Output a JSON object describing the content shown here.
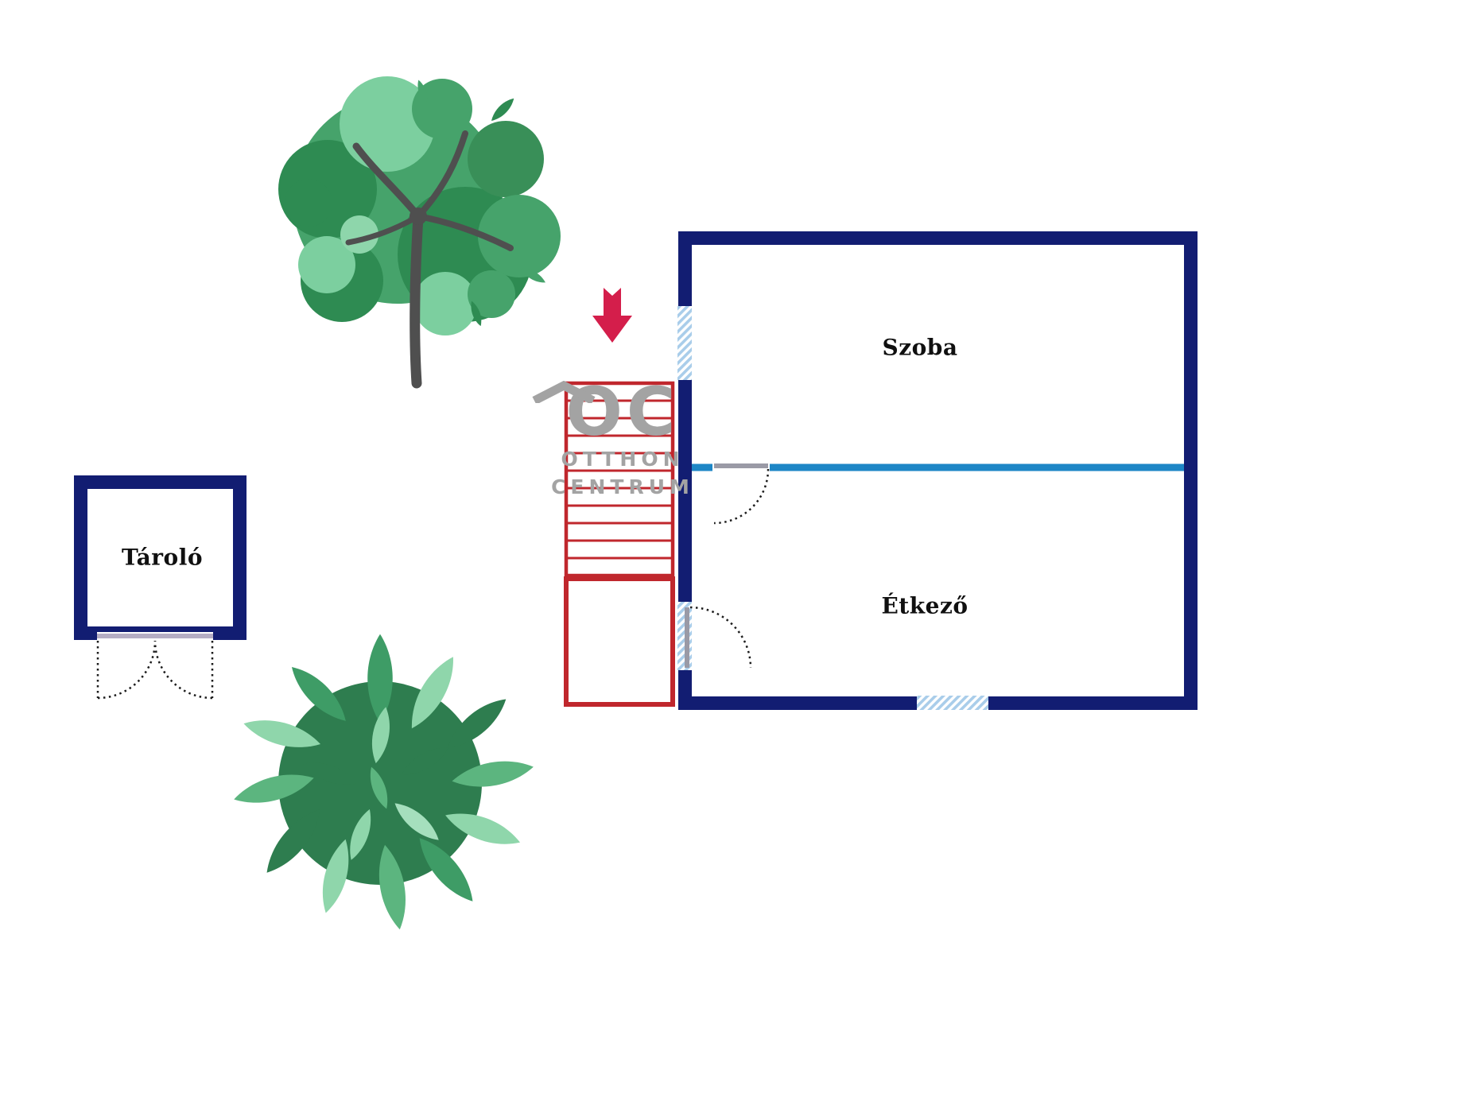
{
  "rooms": {
    "szoba": {
      "label": "Szoba"
    },
    "etkezo": {
      "label": "Étkező"
    },
    "tarolo": {
      "label": "Tároló"
    }
  },
  "watermark": {
    "initials": "OC",
    "line1": "OTTHON",
    "line2": "CENTRUM"
  },
  "icons": {
    "entrance_arrow": "arrow-down",
    "watermark_roof": "roof-chevron",
    "tree": "tree-top-view",
    "bush": "bush-top-view"
  },
  "colors": {
    "wall": "#121d72",
    "divider": "#1d86c6",
    "window": "#a9cdea",
    "stairs_red": "#c0272d",
    "arrow_red": "#d41e4b",
    "watermark_gray": "#a3a3a3",
    "trunk": "#4f4f4f"
  }
}
